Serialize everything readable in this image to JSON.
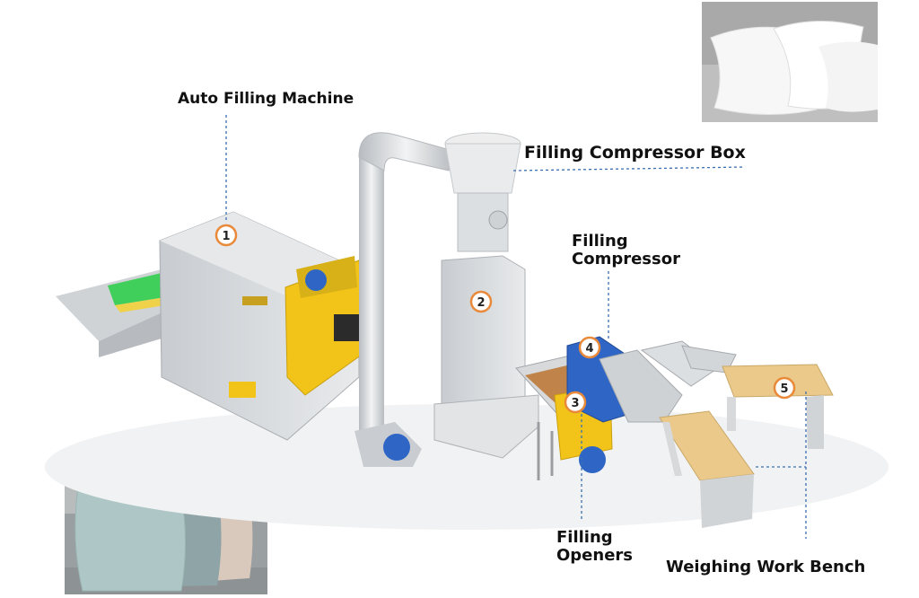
{
  "labels": {
    "auto_filling_machine": "Auto Filling Machine",
    "filling_compressor_box": "Filling Compressor Box",
    "filling_compressor_line1": "Filling",
    "filling_compressor_line2": "Compressor",
    "filling_openers_line1": "Filling",
    "filling_openers_line2": "Openers",
    "weighing_work_bench": "Weighing Work Bench"
  },
  "markers": [
    "1",
    "2",
    "3",
    "4",
    "5"
  ],
  "colors": {
    "machine_gray": "#d9dcdf",
    "accent_yellow": "#f2c318",
    "motor_blue": "#2f66c6",
    "marker_orange": "#e9893a",
    "bench_wood": "#ebc98a",
    "leader_line": "#3a6fb0"
  },
  "icons": {
    "marker": "numbered-circle-marker",
    "photo_top": "white-pillows-photo",
    "photo_bottom": "sofa-cushions-photo"
  }
}
